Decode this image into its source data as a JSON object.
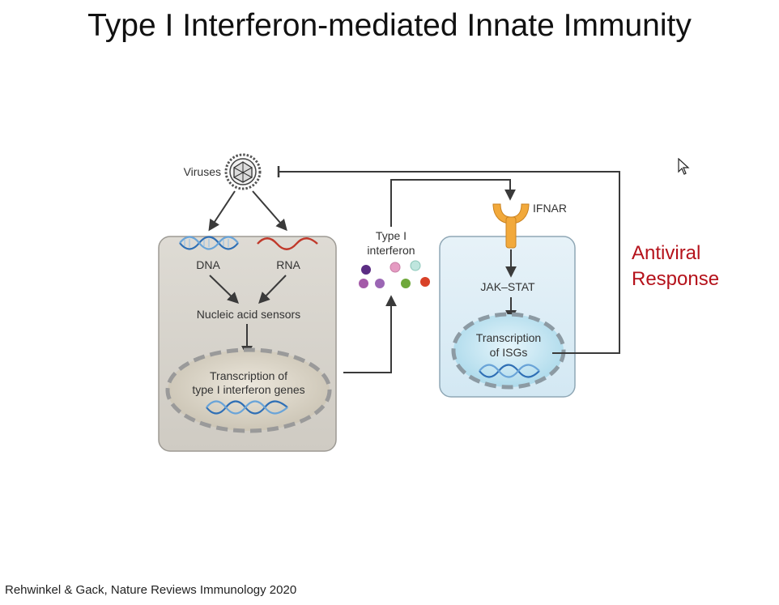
{
  "slide": {
    "title": "Type I Interferon-mediated Innate Immunity",
    "citation": "Rehwinkel & Gack, Nature Reviews Immunology 2020",
    "annotation_line1": "Antiviral",
    "annotation_line2": "Response"
  },
  "diagram": {
    "virus_label": "Viruses",
    "dna_label": "DNA",
    "rna_label": "RNA",
    "sensors_label": "Nucleic acid sensors",
    "infected_nucleus_line1": "Transcription of",
    "infected_nucleus_line2": "type I interferon genes",
    "ifn_label_line1": "Type I",
    "ifn_label_line2": "interferon",
    "receptor_label": "IFNAR",
    "signaling_label": "JAK–STAT",
    "target_nucleus_line1": "Transcription",
    "target_nucleus_line2": "of ISGs"
  },
  "colors": {
    "infected_cell": "#d6d3cc",
    "target_cell": "#dcebf3",
    "antiviral_text": "#b5121b",
    "receptor": "#f2a93b",
    "dna_strand": "#2f6fb5",
    "rna_strand": "#c0392b",
    "ifn_dots": [
      "#5b2d83",
      "#e59bc2",
      "#bfe6de",
      "#a45aa8",
      "#9b66b4",
      "#6ea83a",
      "#d84128"
    ]
  },
  "icons": {
    "virus": "virus-icon",
    "cursor": "mouse-pointer-icon"
  }
}
